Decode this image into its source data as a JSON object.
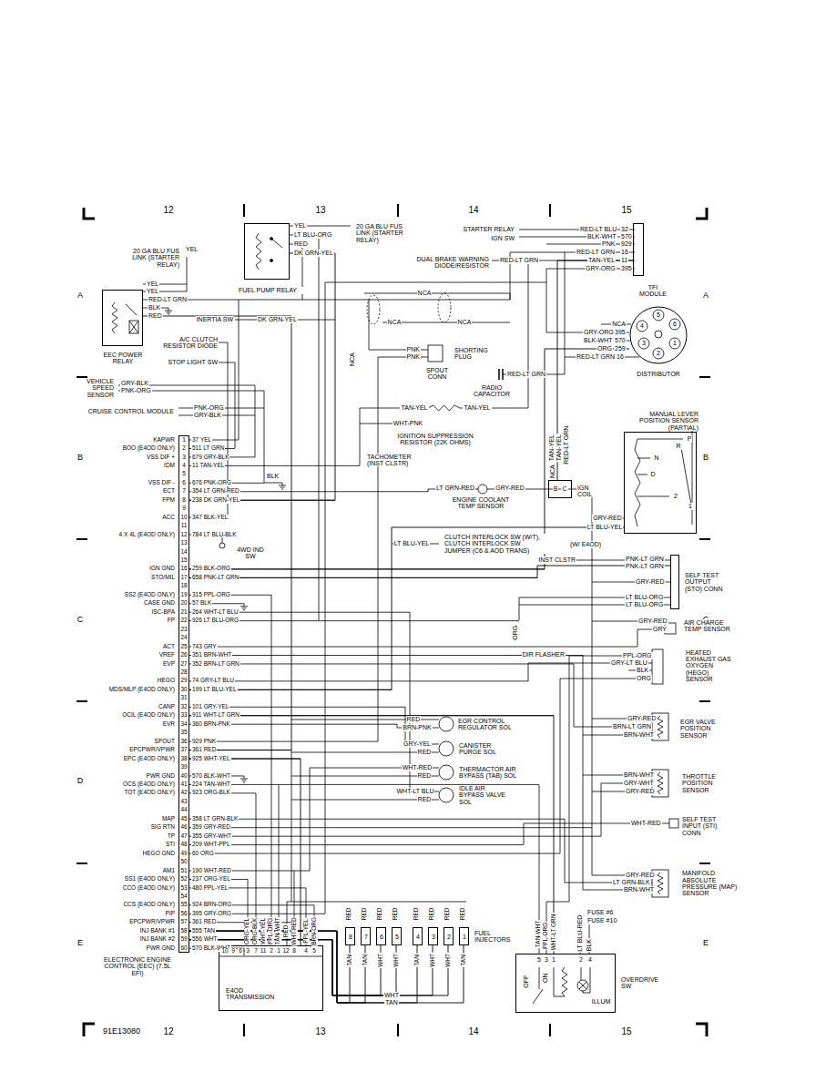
{
  "diagram": {
    "nodes": [
      {
        "text": [
          "EEC POWER RELAY"
        ]
      },
      {
        "text": [
          "FUEL PUMP RELAY"
        ]
      },
      {
        "text": [
          "TFI MODULE"
        ]
      },
      {
        "text": [
          "DISTRIBUTOR"
        ]
      },
      {
        "text": [
          "IGN COIL"
        ]
      },
      {
        "text": [
          "MANUAL LEVER POSITION SENSOR (PARTIAL)"
        ]
      },
      {
        "text": [
          "SELF TEST OUTPUT (STO) CONN"
        ]
      },
      {
        "text": [
          "ELECTRONIC ENGINE CONTROL (EEC) (7.5L EFI)"
        ]
      },
      {
        "text": [
          "E4OD TRANSMISSION"
        ]
      },
      {
        "text": [
          "8"
        ]
      },
      {
        "text": [
          "7"
        ]
      },
      {
        "text": [
          "6"
        ]
      },
      {
        "text": [
          "5"
        ]
      },
      {
        "text": [
          "4"
        ]
      },
      {
        "text": [
          "3"
        ]
      },
      {
        "text": [
          "2"
        ]
      },
      {
        "text": [
          "1"
        ]
      },
      {
        "text": [
          "OVERDRIVE SW"
        ]
      }
    ],
    "edges": [
      {
        "from": 0,
        "to": 7,
        "arrow": "none"
      },
      {
        "from": 1,
        "to": 7,
        "arrow": "none"
      },
      {
        "from": 2,
        "to": 4,
        "arrow": "none"
      },
      {
        "from": 3,
        "to": 7,
        "arrow": "none"
      },
      {
        "from": 5,
        "to": 7,
        "arrow": "none"
      },
      {
        "from": 6,
        "to": 7,
        "arrow": "none"
      },
      {
        "from": 8,
        "to": 7,
        "arrow": "none"
      },
      {
        "from": 9,
        "to": 7,
        "arrow": "none"
      },
      {
        "from": 10,
        "to": 7,
        "arrow": "none"
      },
      {
        "from": 11,
        "to": 7,
        "arrow": "none"
      },
      {
        "from": 12,
        "to": 7,
        "arrow": "none"
      },
      {
        "from": 13,
        "to": 7,
        "arrow": "none"
      },
      {
        "from": 14,
        "to": 7,
        "arrow": "none"
      },
      {
        "from": 15,
        "to": 7,
        "arrow": "none"
      },
      {
        "from": 16,
        "to": 7,
        "arrow": "none"
      },
      {
        "from": 17,
        "to": 7,
        "arrow": "none"
      }
    ],
    "labels": [
      "1",
      "2",
      "3",
      "4",
      "5",
      "6",
      "7",
      "8",
      "9",
      "10",
      "11",
      "12",
      "13",
      "14",
      "15",
      "16",
      "17",
      "18",
      "19",
      "20",
      "21",
      "22",
      "23",
      "24",
      "25",
      "26",
      "27",
      "28",
      "29",
      "30",
      "31",
      "32",
      "33",
      "34",
      "35",
      "36",
      "37",
      "38",
      "39",
      "40",
      "41",
      "42",
      "43",
      "44",
      "45",
      "46",
      "47",
      "48",
      "49",
      "50",
      "51",
      "52",
      "53",
      "54",
      "55",
      "56",
      "57",
      "58",
      "59",
      "60",
      "KAPWR",
      "BOO (E4OD ONLY)",
      "VSS DIF +",
      "IDM",
      "VSS DIF -",
      "ECT",
      "FPM",
      "ACC",
      "4 X 4L (E4OD ONLY)",
      "IGN GND",
      "STO/MIL",
      "SS2 (E4OD ONLY)",
      "CASE GND",
      "ISC-BPA",
      "FP",
      "ACT",
      "VREF",
      "EVP",
      "HEGO",
      "MDS/MLP (E4OD ONLY)",
      "CANP",
      "OCIL (E4OD ONLY)",
      "EVR",
      "SPOUT",
      "EPCPWR/VPWR",
      "EPC (E4OD ONLY)",
      "PWR GND",
      "OCS (E4OD ONLY)",
      "TOT (E4OD ONLY)",
      "MAP",
      "SIG RTN",
      "TP",
      "STI",
      "HEGO GND",
      "AM1",
      "SS1 (E4OD ONLY)",
      "CCO (E4OD ONLY)",
      "CCS (E4OD ONLY)",
      "PIP",
      "EPCPWR/VPWR",
      "INJ BANK #1",
      "INJ BANK #2",
      "PWR GND",
      "37 YEL",
      "511 LT GRN",
      "679 GRY-BLK",
      "11 TAN-YEL",
      "676 PNK-ORG",
      "354 LT GRN-RED",
      "238 DK GRN-YEL",
      "347 BLK-YEL",
      "784 LT BLU-BLK",
      "259 BLK-ORG",
      "658 PNK-LT GRN",
      "315 PPL-ORG",
      "57 BLK",
      "264 WHT-LT BLU",
      "926 LT BLU-ORG",
      "743 GRY",
      "351 BRN-WHT",
      "352 BRN-LT GRN",
      "74 GRY-LT BLU",
      "199 LT BLU-YEL",
      "101 GRY-YEL",
      "911 WHT-LT GRN",
      "360 BRN-PNK",
      "929 PNK",
      "361 RED",
      "925 WHT-YEL",
      "570 BLK-WHT",
      "224 TAN-WHT",
      "923 ORG-BLK",
      "358 LT GRN-BLK",
      "359 GRY-RED",
      "355 GRY-WHT",
      "209 WHT-PPL",
      "60 ORG",
      "190 WHT-RED",
      "237 ORG-YEL",
      "480 PPL-YEL",
      "924 BRN-ORG",
      "395 GRY-ORG",
      "361 RED",
      "555 TAN",
      "556 WHT",
      "570 BLK-WHT",
      "12",
      "13",
      "14",
      "15",
      "A",
      "A",
      "B",
      "B",
      "C",
      "C",
      "D",
      "D",
      "E",
      "E",
      "12",
      "13",
      "14",
      "15",
      "91E13080",
      "20 GA BLU FUS LINK (STARTER RELAY)",
      "YEL",
      "YEL",
      "YEL",
      "RED-LT GRN",
      "BLK",
      "RED",
      "YEL",
      "LT BLU-ORG",
      "RED",
      "DK GRN-YEL",
      "20 GA BLU FUS LINK (STARTER RELAY)",
      "INERTIA SW",
      "DK GRN-YEL",
      "A/C CLUTCH RESISTOR DIODE",
      "STOP LIGHT SW",
      "VEHICLE SPEED SENSOR",
      "GRY-BLK",
      "PNK-ORG",
      "CRUISE CONTROL MODULE",
      "PNK-ORG",
      "GRY-BLK",
      "BLK",
      "4WD IND SW",
      "NCA",
      "NCA",
      "NCA",
      "NCA",
      "STARTER RELAY",
      "IGN SW",
      "DUAL BRAKE WARNING DIODE/RESISTOR",
      "RED-LT GRN",
      "RED-LT BLU",
      "32",
      "BLK-WHT",
      "570",
      "PNK",
      "929",
      "RED-LT GRN",
      "16",
      "TAN-YEL",
      "11",
      "GRY-ORG",
      "395",
      "NCA",
      "GRY-ORG",
      "395",
      "BLK-WHT",
      "570",
      "ORG",
      "259",
      "RED-LT GRN",
      "16",
      "5",
      "6",
      "4",
      "3",
      "1",
      "2",
      "PNK",
      "PNK",
      "SHORTING PLUG",
      "SPOUT CONN",
      "RED-LT GRN",
      "RADIO CAPACITOR",
      "TAN-YEL",
      "TAN-YEL",
      "WHT-PNK",
      "IGNITION SUPPRESSION RESISTOR (22K OHMS)",
      "TACHOMETER (INST CLSTR)",
      "LT GRN-RED",
      "GRY-RED",
      "ENGINE COOLANT TEMP SENSOR",
      "TAN-YEL",
      "TAN-YEL",
      "RED-LT GRN",
      "NCA",
      "B",
      "C",
      "P",
      "R",
      "N",
      "D",
      "2",
      "1",
      "GRY-RED",
      "LT BLU-YEL",
      "(W/ E4OD)",
      "LT BLU-YEL",
      "CLUTCH INTERLOCK SW (W/T), CLUTCH INTERLOCK SW JUMPER (C6 & AOD TRANS)",
      "INST CLSTR",
      "PNK-LT GRN",
      "PNK-LT GRN",
      "GRY-RED",
      "LT BLU-ORG",
      "LT BLU-ORG",
      "ORG",
      "GRY-RED",
      "GRY",
      "AIR CHARGE TEMP SENSOR",
      "DIR FLASHER",
      "PPL-ORG",
      "GRY-LT BLU",
      "BLK",
      "ORG",
      "HEATED EXHAUST GAS OXYGEN (HEGO) SENSOR",
      "RED",
      "BRN-PNK",
      "EGR CONTROL REGULATOR SOL",
      "GRY-RED",
      "BRN-LT GRN",
      "BRN-WHT",
      "EGR VALVE POSITION SENSOR",
      "GRY-YEL",
      "RED",
      "CANISTER PURGE SOL",
      "WHT-RED",
      "RED",
      "THERMACTOR AIR BYPASS (TAB) SOL",
      "WHT-LT BLU",
      "RED",
      "IDLE AIR BYPASS VALVE SOL",
      "BRN-WHT",
      "GRY-WHT",
      "GRY-RED",
      "THROTTLE POSITION SENSOR",
      "WHT-RED",
      "SELF TEST INPUT (STI) CONN",
      "GRY-RED",
      "LT GRN-BLK",
      "BRN-WHT",
      "MANIFOLD ABSOLUTE PRESSURE (MAP) SENSOR",
      "FUSE #6",
      "FUSE #10",
      "LT BLU-RED",
      "BLK",
      "TAN-WHT",
      "PPL-ORG",
      "WHT-LT GRN",
      "5",
      "3",
      "1",
      "2",
      "4",
      "OFF",
      "ON",
      "ILLUM",
      "ORG-YEL",
      "ORG-BLK",
      "WHT-YEL",
      "PPL-ORG",
      "TAN-WHT",
      "RED",
      "WHT-RED",
      "PPL-YEL",
      "BRN-ORG",
      "10",
      "9",
      "6",
      "3",
      "7",
      "11",
      "2",
      "1",
      "12",
      "8",
      "4",
      "5",
      "RED",
      "RED",
      "RED",
      "RED",
      "RED",
      "RED",
      "RED",
      "RED",
      "TAN",
      "TAN",
      "WHT",
      "WHT",
      "TAN",
      "WHT",
      "WHT",
      "TAN",
      "FUEL INJECTORS",
      "WHT",
      "TAN"
    ]
  }
}
